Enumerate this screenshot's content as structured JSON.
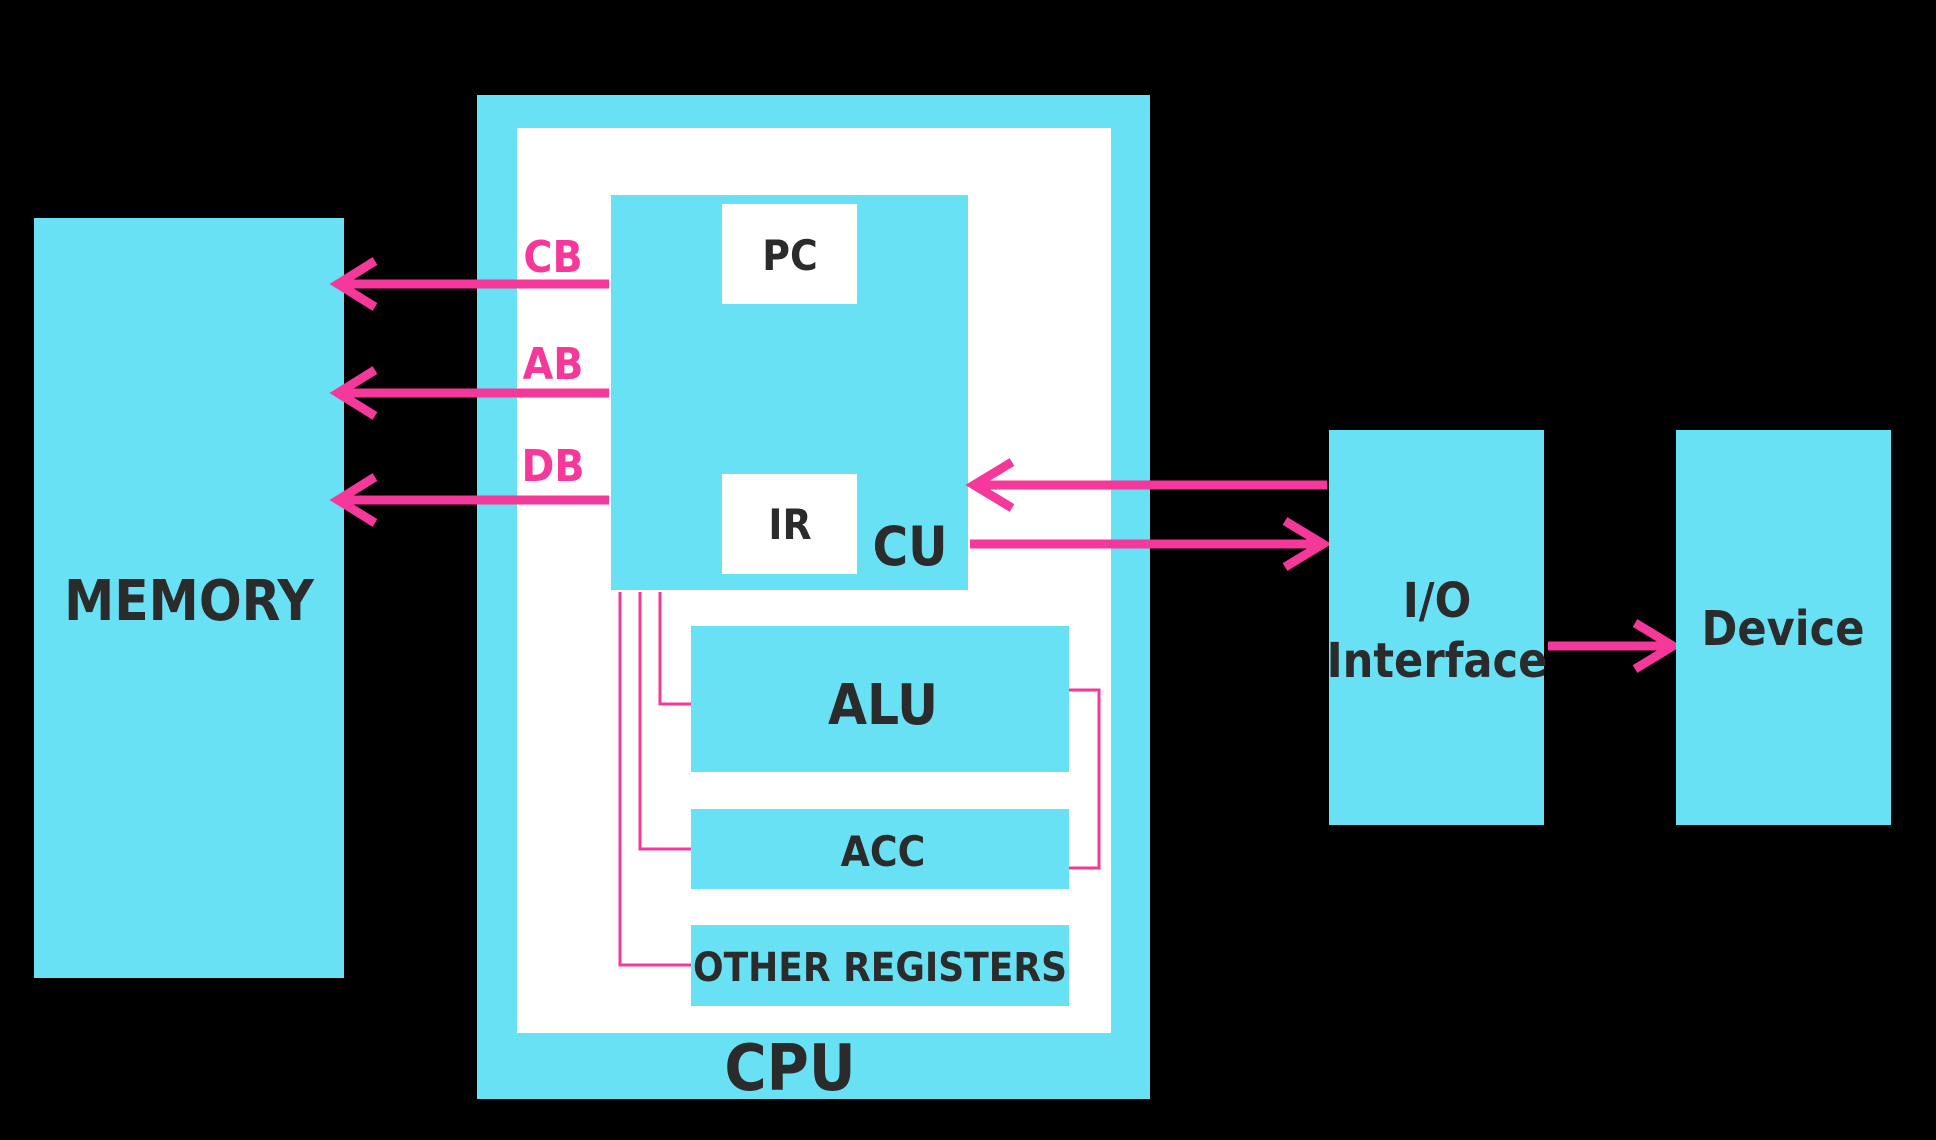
{
  "blocks": {
    "memory": "MEMORY",
    "cpu": "CPU",
    "pc": "PC",
    "ir": "IR",
    "cu": "CU",
    "alu": "ALU",
    "acc": "ACC",
    "other_registers": "OTHER REGISTERS",
    "io_interface_line1": "I/O",
    "io_interface_line2": "Interface",
    "device": "Device"
  },
  "buses": {
    "control_bus": "CB",
    "address_bus": "AB",
    "data_bus": "DB"
  },
  "colors": {
    "background": "#000000",
    "block_fill": "#68E1F5",
    "cpu_inner_fill": "#FFFFFF",
    "register_fill": "#FFFFFF",
    "arrow": "#F5389A",
    "text_dark": "#2B2B2B"
  }
}
